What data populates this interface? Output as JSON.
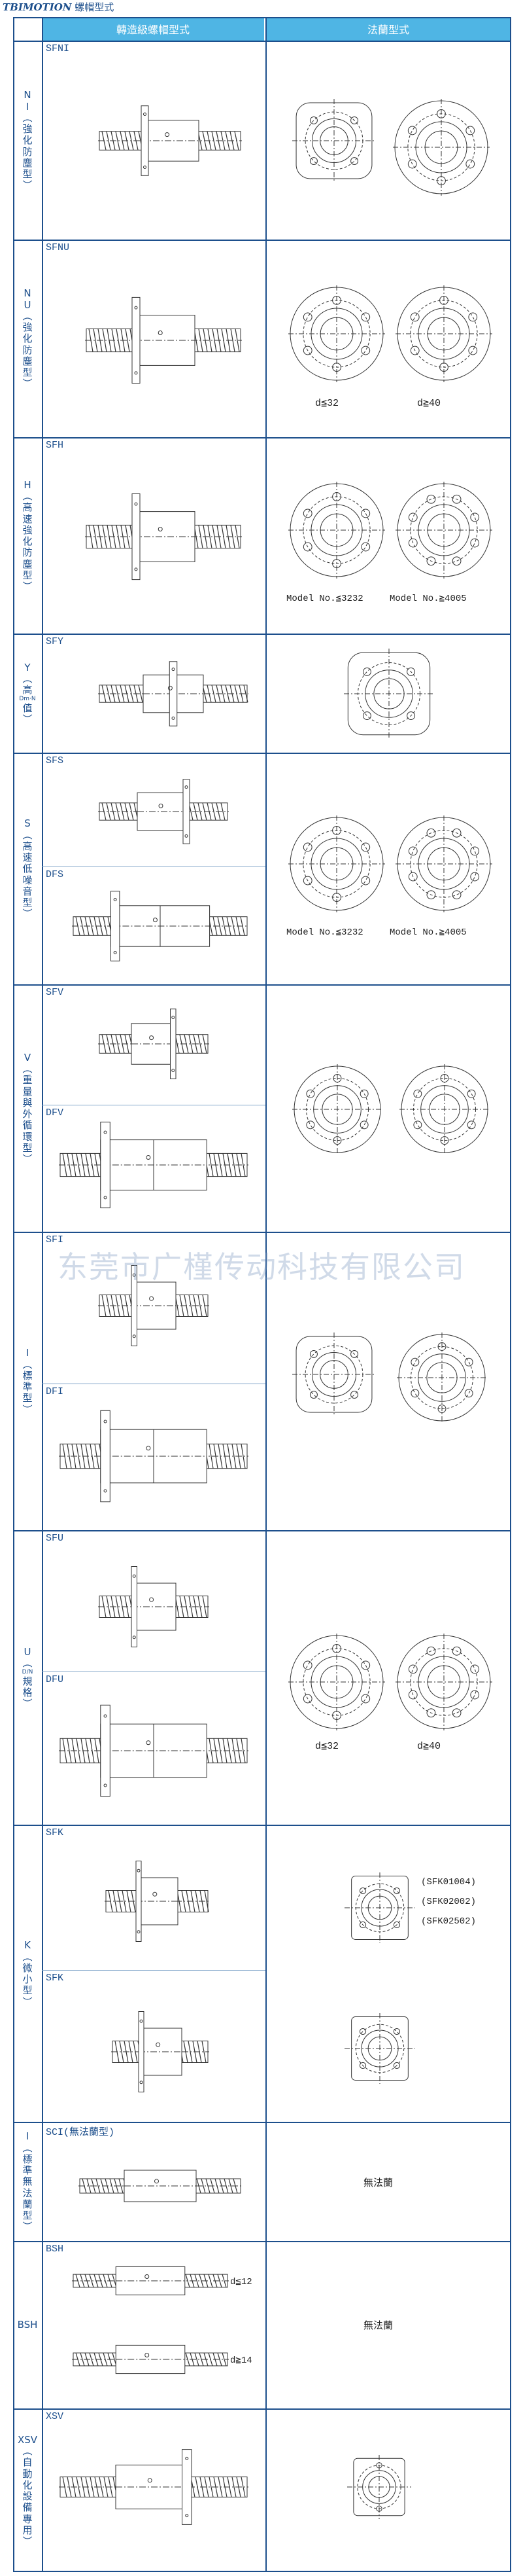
{
  "title": {
    "brand": "TBIMOTION",
    "rest": "螺帽型式"
  },
  "header": {
    "col_left": "轉造級螺帽型式",
    "col_right": "法蘭型式"
  },
  "sections": [
    {
      "side_label": "NI(強化防塵型)",
      "models": [
        "SFNI"
      ],
      "captions": []
    },
    {
      "side_label": "NU(強化防塵型)",
      "models": [
        "SFNU"
      ],
      "captions": [
        "d≦32",
        "d≧40"
      ]
    },
    {
      "side_label": "H(高速強化防塵型)",
      "models": [
        "SFH"
      ],
      "captions": [
        "Model No.≦3232",
        "Model No.≧4005"
      ]
    },
    {
      "side_label": "Y(高Dm·N值)",
      "side_small": "Dm·N",
      "models": [
        "SFY"
      ],
      "captions": []
    },
    {
      "side_label": "S(高速低噪音型)",
      "models": [
        "SFS",
        "DFS"
      ],
      "captions": [
        "Model No.≦3232",
        "Model No.≧4005"
      ]
    },
    {
      "side_label": "V(重量與外循環型)",
      "models": [
        "SFV",
        "DFV"
      ],
      "captions": []
    },
    {
      "side_label": "I(標準型)",
      "models": [
        "SFI",
        "DFI"
      ],
      "captions": []
    },
    {
      "side_label": "U(D/N規格)",
      "side_small": "D/N",
      "models": [
        "SFU",
        "DFU"
      ],
      "captions": [
        "d≦32",
        "d≧40"
      ]
    },
    {
      "side_label": "K(微小型)",
      "models": [
        "SFK",
        "SFK"
      ],
      "captions": [
        "(SFK01004)",
        "(SFK02002)",
        "(SFK02502)"
      ]
    },
    {
      "side_label": "I(標準無法蘭型)",
      "models": [
        "SCI(無法蘭型)"
      ],
      "captions": [
        "無法蘭"
      ]
    },
    {
      "side_label": "BSH",
      "models": [
        "BSH"
      ],
      "captions": [
        "d≦12",
        "d≧14",
        "無法蘭"
      ]
    },
    {
      "side_label": "XSV(自動化設備專用)",
      "models": [
        "XSV"
      ],
      "captions": []
    }
  ],
  "side_text": {
    "s0": [
      "N",
      "I",
      "︵",
      "強",
      "化",
      "防",
      "塵",
      "型",
      "︶"
    ],
    "s1": [
      "N",
      "U",
      "︵",
      "強",
      "化",
      "防",
      "塵",
      "型",
      "︶"
    ],
    "s2": [
      "H",
      "︵",
      "高",
      "速",
      "強",
      "化",
      "防",
      "塵",
      "型",
      "︶"
    ],
    "s3a": [
      "Y",
      "︵",
      "高"
    ],
    "s3b": "Dm·N",
    "s3c": [
      "值",
      "︶"
    ],
    "s4": [
      "S",
      "︵",
      "高",
      "速",
      "低",
      "噪",
      "音",
      "型",
      "︶"
    ],
    "s5": [
      "V",
      "︵",
      "重",
      "量",
      "與",
      "外",
      "循",
      "環",
      "型",
      "︶"
    ],
    "s6": [
      "I",
      "︵",
      "標",
      "準",
      "型",
      "︶"
    ],
    "s7a": [
      "U",
      "︵"
    ],
    "s7b": "D/N",
    "s7c": [
      "規",
      "格",
      "︶"
    ],
    "s8": [
      "K",
      "︵",
      "微",
      "小",
      "型",
      "︶"
    ],
    "s9": [
      "I",
      "︵",
      "標",
      "準",
      "無",
      "法",
      "蘭",
      "型",
      "︶"
    ],
    "s10": [
      "BSH"
    ],
    "s11": [
      "XSV",
      "︵",
      "自",
      "動",
      "化",
      "設",
      "備",
      "專",
      "用",
      "︶"
    ]
  },
  "watermark": "东莞市广槿传动科技有限公司",
  "colors": {
    "header_bg": "#4fb5e4",
    "line": "#1d4f8c",
    "text": "#1d4f8c",
    "drawing": "#333333"
  }
}
